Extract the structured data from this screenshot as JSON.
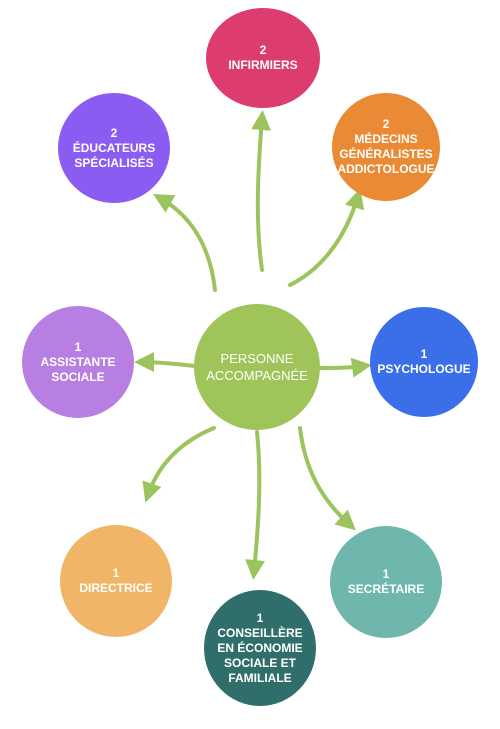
{
  "diagram": {
    "center": {
      "label": "PERSONNE\nACCOMPAGNÉE",
      "color": "#9fc55a"
    },
    "nodes": {
      "infirmiers": {
        "count": "2",
        "label": "INFIRMIERS",
        "color": "#dc3c6e"
      },
      "educateurs": {
        "count": "2",
        "label": "ÉDUCATEURS\nSPÉCIALISÉS",
        "color": "#8a5cf2"
      },
      "medecins": {
        "count": "2",
        "label": "MÉDECINS\nGÉNÉRALISTES\nADDICTOLOGUE",
        "color": "#eb8a34"
      },
      "assistante": {
        "count": "1",
        "label": "ASSISTANTE\nSOCIALE",
        "color": "#b87fe2"
      },
      "psychologue": {
        "count": "1",
        "label": "PSYCHOLOGUE",
        "color": "#3b6fea"
      },
      "directrice": {
        "count": "1",
        "label": "DIRECTRICE",
        "color": "#f0b566"
      },
      "secretaire": {
        "count": "1",
        "label": "SECRÉTAIRE",
        "color": "#6fb6ac"
      },
      "conseillere": {
        "count": "1",
        "label": "CONSEILLÈRE\nEN ÉCONOMIE\nSOCIALE ET\nFAMILIALE",
        "color": "#2f6e6a"
      }
    },
    "arrow_color": "#9cc45d"
  }
}
